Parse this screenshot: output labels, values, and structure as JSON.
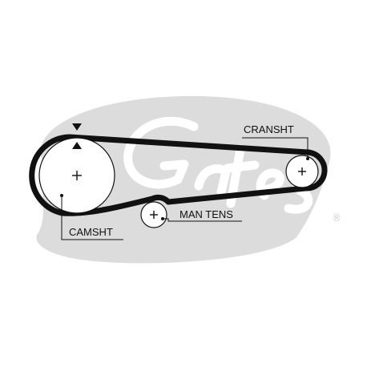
{
  "watermark": {
    "logo_text": "Gates",
    "registered_mark": "®",
    "color": "#d6d6d6"
  },
  "diagram": {
    "belt_color": "#111111",
    "pulleys": [
      {
        "id": "camshaft",
        "label": "CAMSHT"
      },
      {
        "id": "crankshaft",
        "label": "CRANSHT"
      },
      {
        "id": "tensioner",
        "label": "MAN TENS"
      }
    ],
    "timing_marks": [
      "triangle-down-icon",
      "triangle-up-icon"
    ]
  }
}
